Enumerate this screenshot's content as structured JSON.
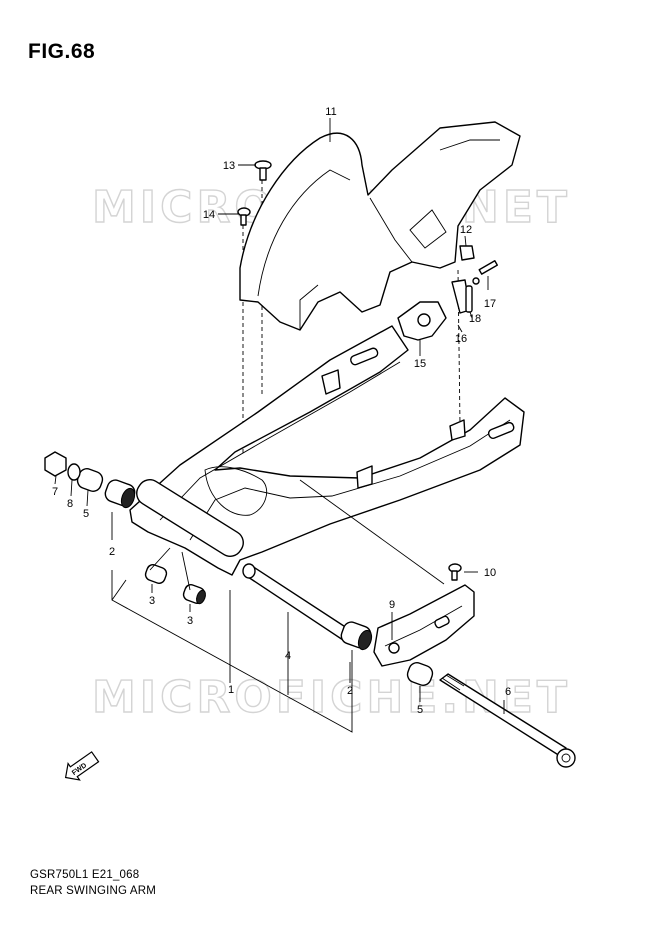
{
  "figure": {
    "title": "FIG.68",
    "footer_code": "GSR750L1 E21_068",
    "footer_name": "REAR SWINGING ARM"
  },
  "watermark": "MICROFICHE.NET",
  "fwd_label": "FWD",
  "callouts": [
    "1",
    "2",
    "2",
    "3",
    "3",
    "4",
    "5",
    "5",
    "6",
    "7",
    "8",
    "9",
    "10",
    "11",
    "12",
    "13",
    "14",
    "15",
    "16",
    "17",
    "18"
  ],
  "colors": {
    "line": "#000000",
    "background": "#ffffff",
    "watermark": "#d4d4d4"
  }
}
